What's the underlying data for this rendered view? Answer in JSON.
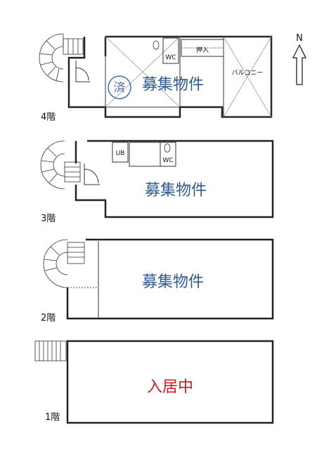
{
  "compass": {
    "label": "N"
  },
  "floors": [
    {
      "label": "4階",
      "status": "募集物件",
      "rooms": {
        "wc": "WC",
        "closet": "押入",
        "balcony": "バルコニー"
      },
      "stamp": "済"
    },
    {
      "label": "3階",
      "status": "募集物件",
      "rooms": {
        "ub": "UB",
        "wc": "WC"
      }
    },
    {
      "label": "2階",
      "status": "募集物件"
    },
    {
      "label": "1階",
      "status": "入居中"
    }
  ],
  "colors": {
    "available": "#2f5b8f",
    "occupied": "#c81e2c",
    "stamp": "#4b6f9e"
  }
}
